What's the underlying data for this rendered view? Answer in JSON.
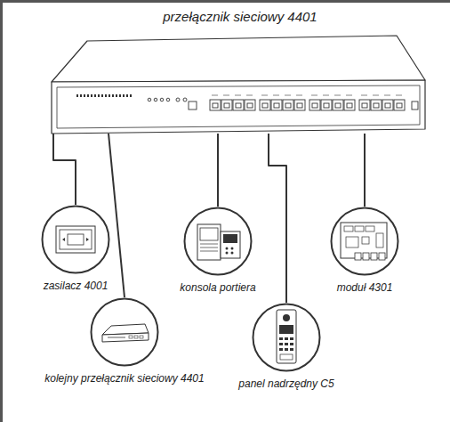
{
  "diagram": {
    "nodes": [
      {
        "text": [
          "przełącznik sieciowy 4401"
        ]
      },
      {
        "text": [
          "zasilacz 4001"
        ]
      },
      {
        "text": [
          "kolejny przełącznik sieciowy 4401"
        ]
      },
      {
        "text": [
          "konsola portiera"
        ]
      },
      {
        "text": [
          "panel nadrzędny C5"
        ]
      },
      {
        "text": [
          "moduł 4301"
        ]
      }
    ],
    "edges": [
      {
        "from": 0,
        "to": 1,
        "arrow": "none"
      },
      {
        "from": 0,
        "to": 2,
        "arrow": "none"
      },
      {
        "from": 0,
        "to": 3,
        "arrow": "none"
      },
      {
        "from": 0,
        "to": 4,
        "arrow": "none"
      },
      {
        "from": 0,
        "to": 5,
        "arrow": "none"
      }
    ]
  }
}
